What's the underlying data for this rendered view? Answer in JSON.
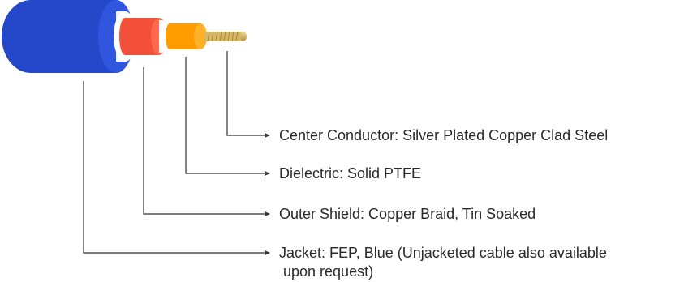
{
  "cable": {
    "layers": [
      {
        "id": "jacket",
        "name": "Jacket",
        "color": "#2547c9"
      },
      {
        "id": "outer-shield",
        "name": "Outer Shield",
        "color": "#f4503a"
      },
      {
        "id": "dielectric",
        "name": "Dielectric",
        "color": "#ff9c00"
      },
      {
        "id": "center-conductor",
        "name": "Center Conductor",
        "color": "#d7b766"
      }
    ]
  },
  "callouts": {
    "center_conductor": "Center Conductor:  Silver Plated Copper Clad Steel",
    "dielectric": "Dielectric: Solid PTFE",
    "outer_shield": "Outer Shield: Copper Braid, Tin Soaked",
    "jacket_line1": "Jacket: FEP, Blue (Unjacketed cable also available",
    "jacket_line2": " upon request)"
  },
  "colors": {
    "leader_line": "#333333",
    "text": "#2a2a2a"
  }
}
